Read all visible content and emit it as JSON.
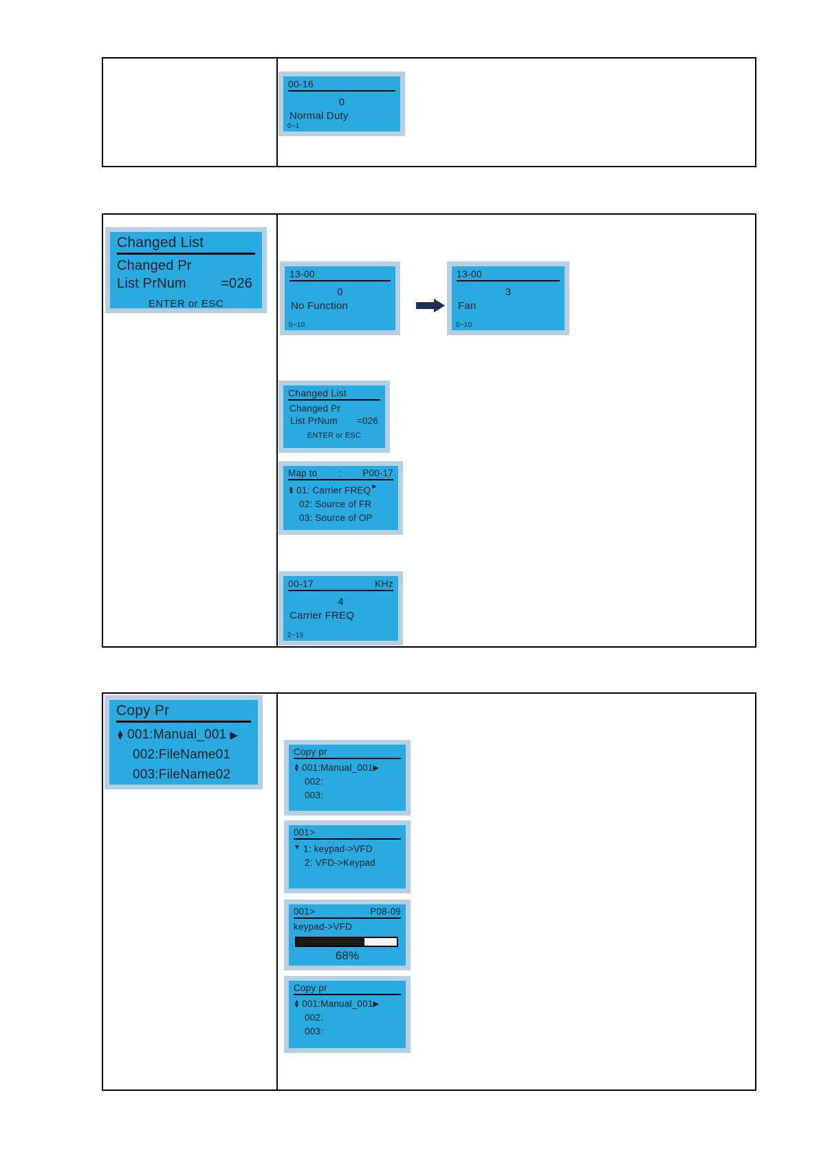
{
  "colors": {
    "screen_background": "#29abe2",
    "screen_frame": "#b7cfe2",
    "screen_text": "#102028",
    "table_border": "#000000",
    "arrow": "#1c3254",
    "progress_fill": "#1a1a1a"
  },
  "glyphs": {
    "up_triangle": "▲",
    "down_triangle": "▼",
    "right_triangle": "▶"
  },
  "row1": {
    "screen_00_16": {
      "header": "00-16",
      "value": "0",
      "label": "Normal Duty",
      "range": "0~1"
    }
  },
  "row2": {
    "changed_list_main": {
      "title": "Changed List",
      "line1": "Changed Pr",
      "line2_label": "List PrNum",
      "line2_value": "=026",
      "footer": "ENTER or ESC"
    },
    "screen_13_00_before": {
      "header": "13-00",
      "value": "0",
      "label": "No Function",
      "range": "0~10"
    },
    "screen_13_00_after": {
      "header": "13-00",
      "value": "3",
      "label": "Fan",
      "range": "0~10"
    },
    "changed_list_small": {
      "title": "Changed List",
      "line1": "Changed Pr",
      "line2_label": "List PrNum",
      "line2_value": "=026",
      "footer": "ENTER or ESC"
    },
    "map_to": {
      "header_label": "Map to",
      "header_colon": ":",
      "header_param": "P00-17",
      "item1": "01: Carrier FREQ",
      "item2": "02: Source of FR",
      "item3": "03: Source of OP"
    },
    "screen_00_17": {
      "header": "00-17",
      "unit": "KHz",
      "value": "4",
      "label": "Carrier FREQ",
      "range": "2~15"
    }
  },
  "row3": {
    "copy_pr_main": {
      "title": "Copy Pr",
      "item1": "001:Manual_001",
      "item2": "002:FileName01",
      "item3": "003:FileName02"
    },
    "copy_pr_list1": {
      "title": "Copy pr",
      "item1": "001:Manual_001",
      "item2": "002:",
      "item3": "003:"
    },
    "direction_select": {
      "header": "001>",
      "item1": "1: keypad->VFD",
      "item2": "2: VFD->Keypad"
    },
    "progress": {
      "header": "001>",
      "param": "P08-09",
      "label": "keypad->VFD",
      "percent": 68,
      "percent_text": "68%"
    },
    "copy_pr_list2": {
      "title": "Copy pr",
      "item1": "001:Manual_001",
      "item2": "002:",
      "item3": "003:"
    }
  }
}
